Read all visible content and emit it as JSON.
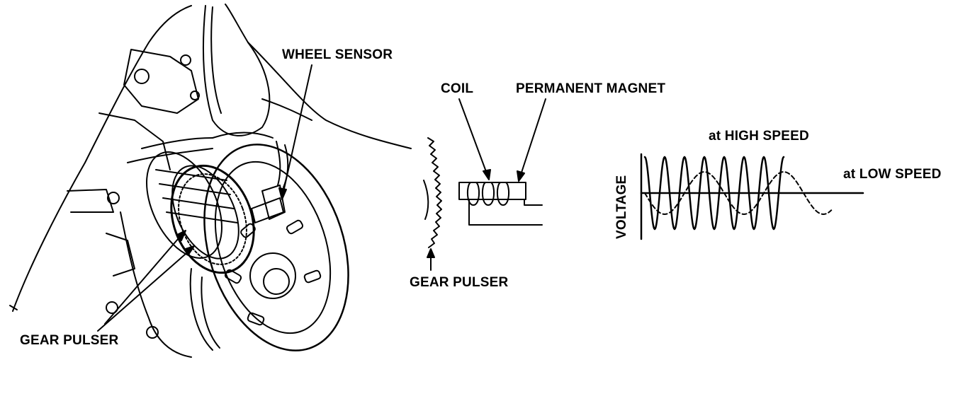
{
  "labels": {
    "wheel_sensor": "WHEEL SENSOR",
    "gear_pulser_left": "GEAR PULSER",
    "coil": "COIL",
    "permanent_magnet": "PERMANENT MAGNET",
    "gear_pulser_middle": "GEAR PULSER",
    "high_speed": "at HIGH SPEED",
    "low_speed": "at LOW SPEED",
    "voltage": "VOLTAGE"
  },
  "colors": {
    "ink": "#000000",
    "paper": "#ffffff"
  }
}
